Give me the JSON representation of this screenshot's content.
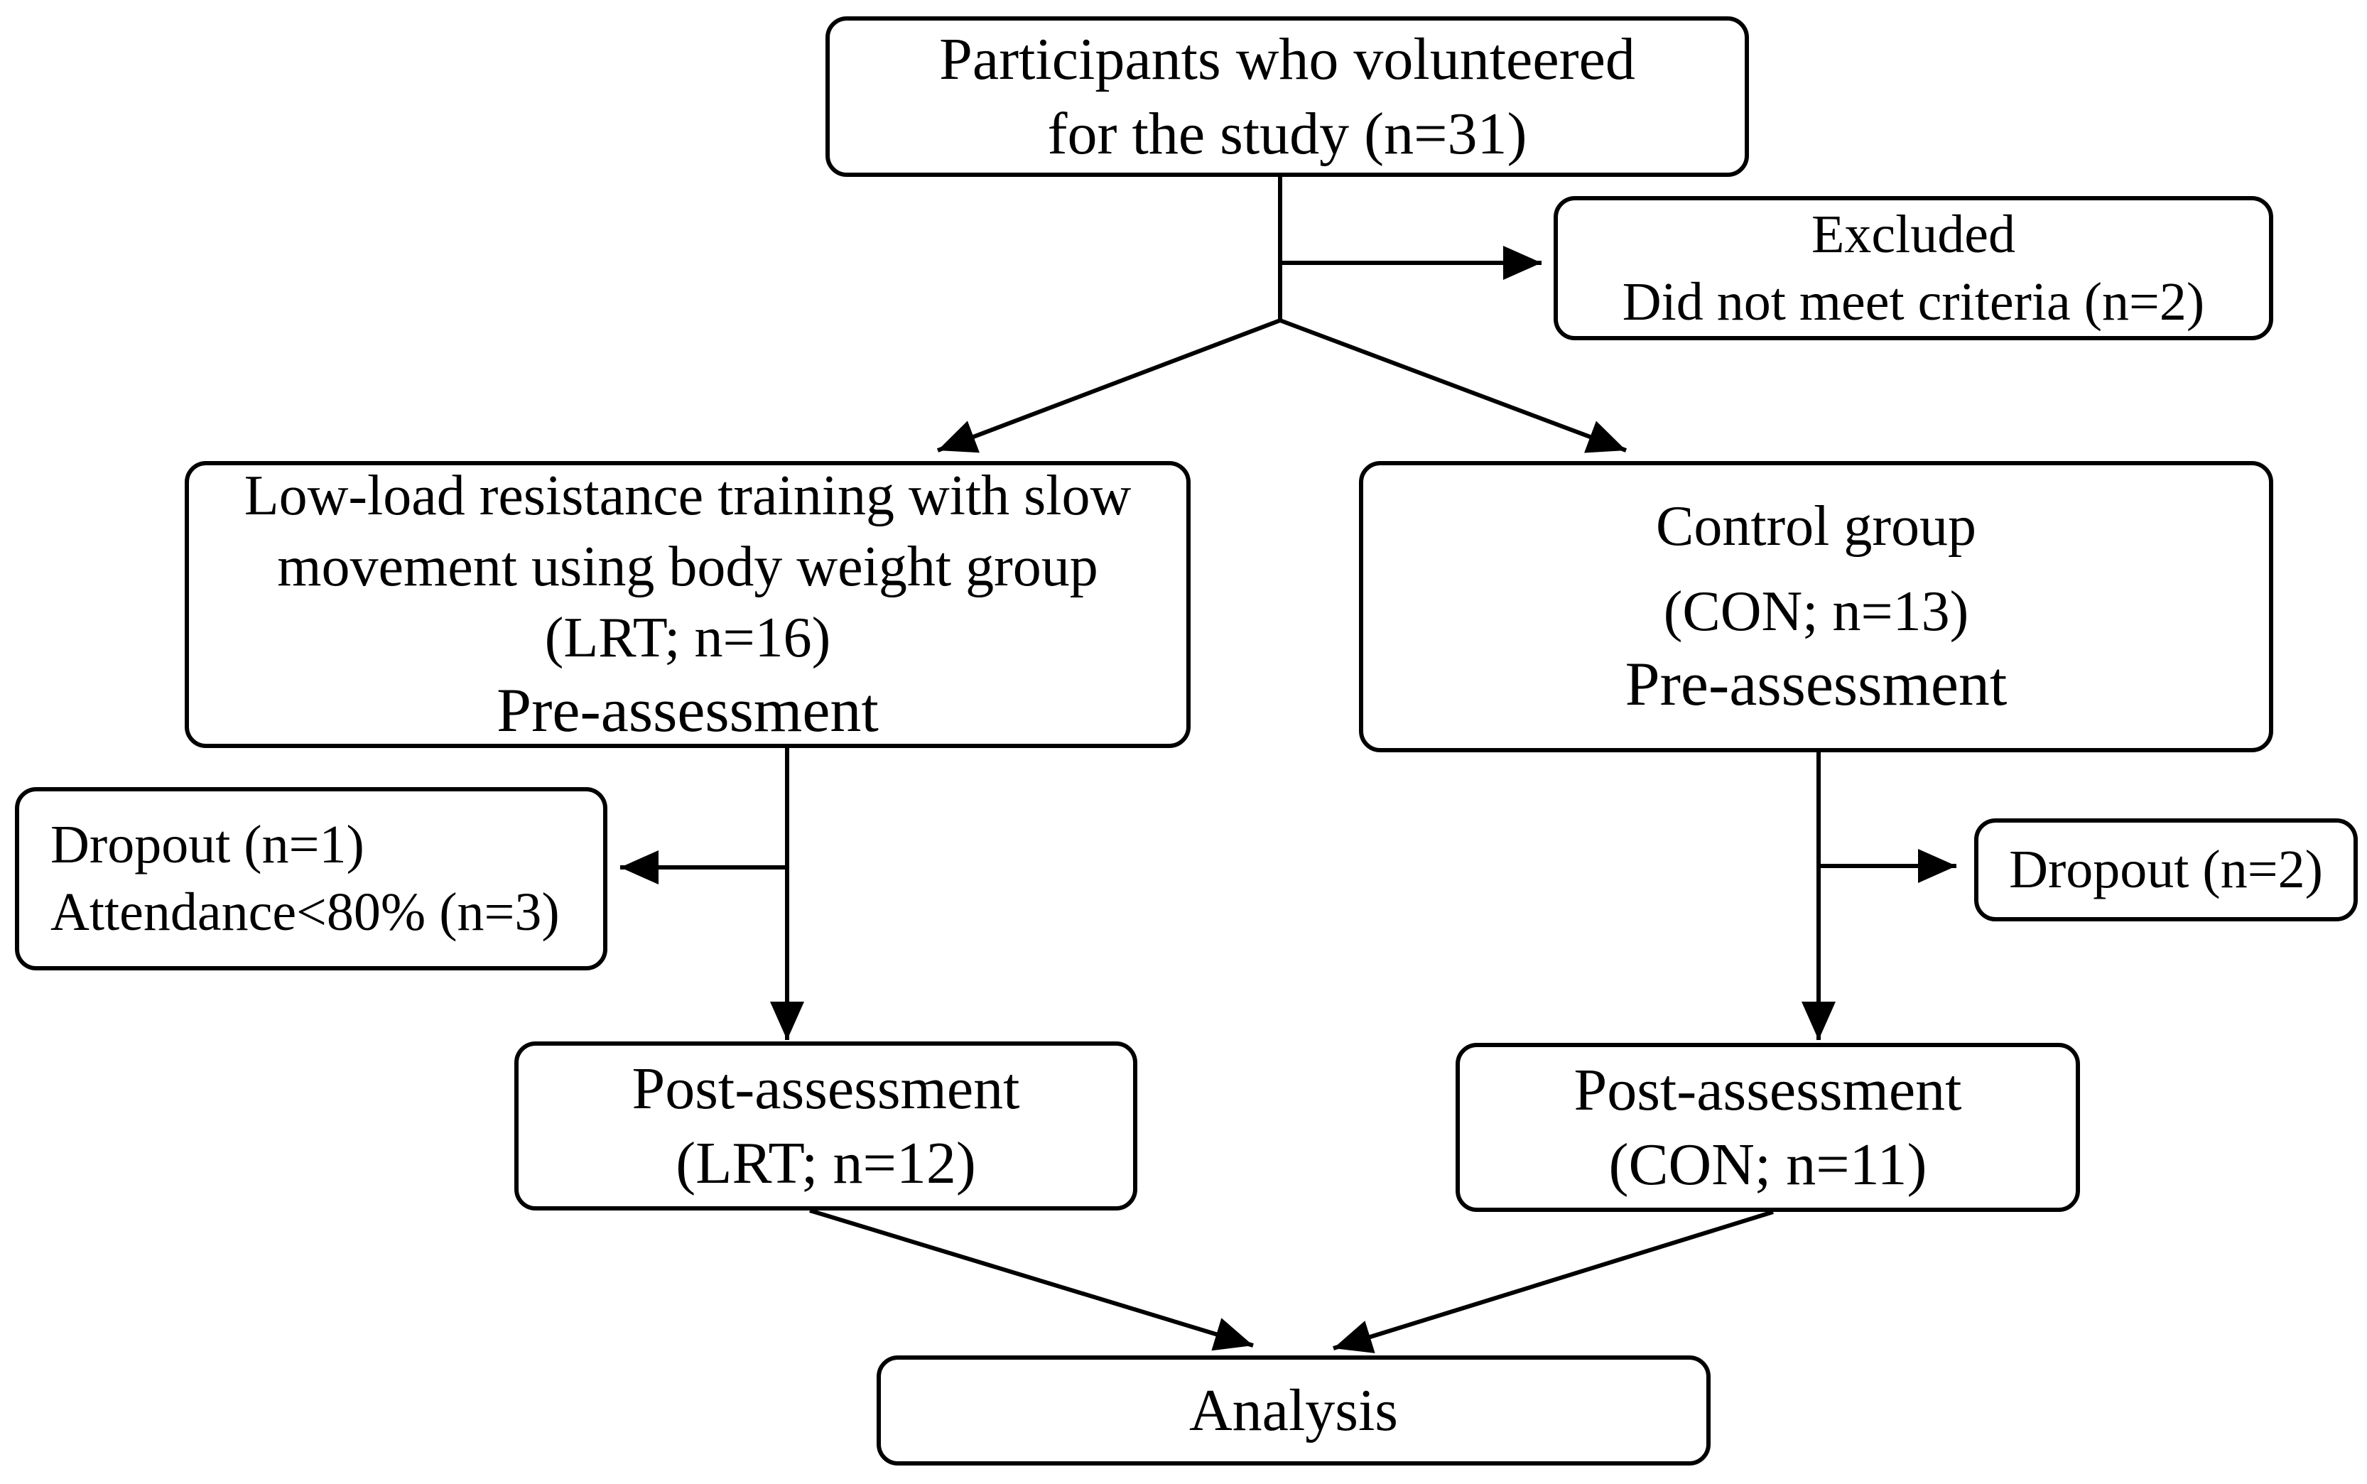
{
  "enrollment": {
    "line1": "Participants who volunteered",
    "line2": "for the study (n=31)"
  },
  "excluded": {
    "line1": "Excluded",
    "line2": "Did not meet criteria (n=2)"
  },
  "lrt_group": {
    "line1": "Low-load resistance training with slow",
    "line2": "movement using body weight group",
    "line3": "(LRT; n=16)",
    "line4": "Pre-assessment"
  },
  "control_group": {
    "line1": "Control group",
    "line2": "(CON; n=13)",
    "line3": "Pre-assessment"
  },
  "lrt_dropout": {
    "line1": "Dropout (n=1)",
    "line2": "Attendance<80% (n=3)"
  },
  "con_dropout": {
    "line1": "Dropout (n=2)"
  },
  "lrt_post": {
    "line1": "Post-assessment",
    "line2": "(LRT; n=12)"
  },
  "con_post": {
    "line1": "Post-assessment",
    "line2": "(CON; n=11)"
  },
  "analysis": {
    "label": "Analysis"
  }
}
